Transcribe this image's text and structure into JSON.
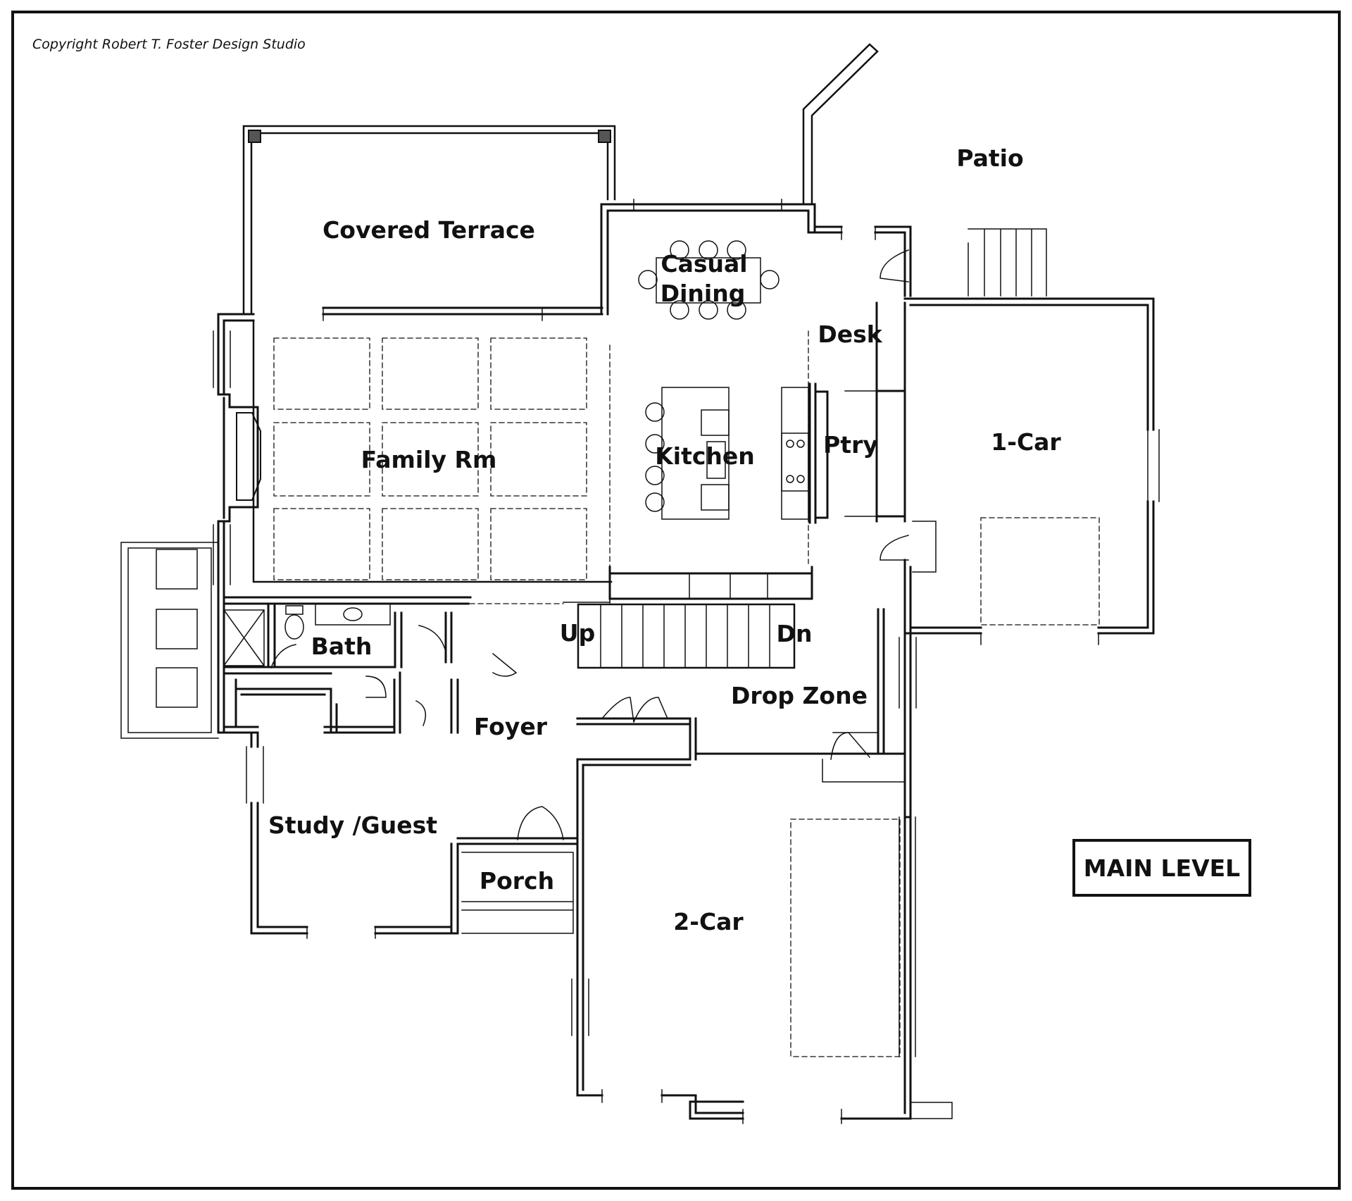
{
  "copyright": "Copyright  Robert T. Foster Design Studio",
  "level_label": "MAIN LEVEL",
  "rooms": {
    "patio": "Patio",
    "covered_terrace": "Covered Terrace",
    "casual_dining_1": "Casual",
    "casual_dining_2": "Dining",
    "desk": "Desk",
    "family_rm": "Family Rm",
    "kitchen": "Kitchen",
    "ptry": "Ptry",
    "one_car": "1-Car",
    "bath": "Bath",
    "up": "Up",
    "dn": "Dn",
    "drop_zone": "Drop Zone",
    "foyer": "Foyer",
    "study_guest": "Study /Guest",
    "porch": "Porch",
    "two_car": "2-Car"
  }
}
